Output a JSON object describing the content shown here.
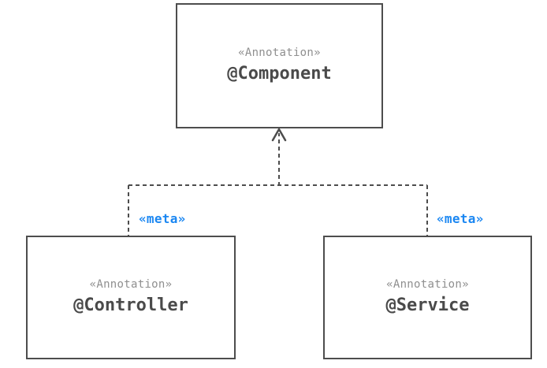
{
  "diagram": {
    "type": "uml-class-diagram",
    "nodes": [
      {
        "id": "component",
        "stereotype": "«Annotation»",
        "name": "@Component"
      },
      {
        "id": "controller",
        "stereotype": "«Annotation»",
        "name": "@Controller"
      },
      {
        "id": "service",
        "stereotype": "«Annotation»",
        "name": "@Service"
      }
    ],
    "edges": [
      {
        "from": "controller",
        "to": "component",
        "label": "«meta»",
        "style": "dashed-open-arrow"
      },
      {
        "from": "service",
        "to": "component",
        "label": "«meta»",
        "style": "dashed-open-arrow"
      }
    ],
    "edge_labels": {
      "left": "«meta»",
      "right": "«meta»"
    },
    "colors": {
      "line": "#4d4d4d",
      "node_border": "#4d4d4d",
      "name_text": "#4a4a4a",
      "stereotype_text": "#8f8f8f",
      "meta_label": "#1b87f2",
      "background": "#ffffff"
    }
  }
}
